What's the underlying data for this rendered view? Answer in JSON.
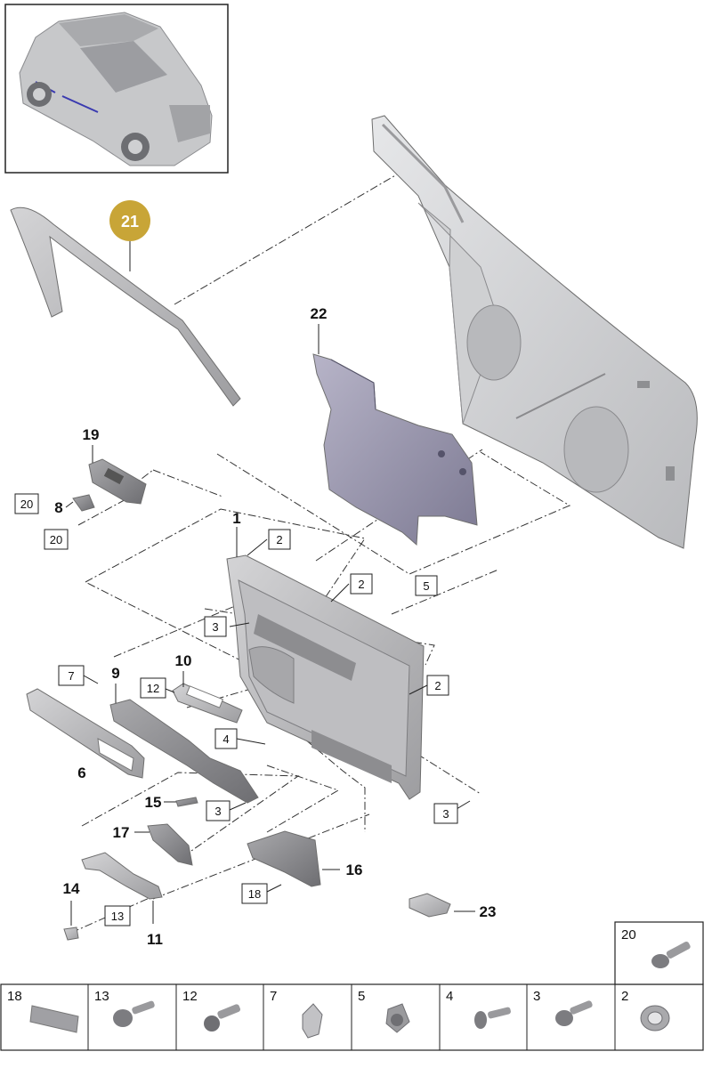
{
  "callouts": {
    "c1": "1",
    "c6": "6",
    "c8": "8",
    "c9": "9",
    "c10": "10",
    "c11": "11",
    "c14": "14",
    "c15": "15",
    "c16": "16",
    "c17": "17",
    "c19": "19",
    "c21": "21",
    "c22": "22",
    "c23": "23"
  },
  "boxes": {
    "b20a": "20",
    "b20b": "20",
    "b2a": "2",
    "b2b": "2",
    "b2c": "2",
    "b5": "5",
    "b3a": "3",
    "b3b": "3",
    "b3c": "3",
    "b4": "4",
    "b7": "7",
    "b12": "12",
    "b13": "13",
    "b18": "18"
  },
  "grid": {
    "g20": "20",
    "g18": "18",
    "g13": "13",
    "g12": "12",
    "g7": "7",
    "g5": "5",
    "g4": "4",
    "g3": "3",
    "g2": "2"
  },
  "colors": {
    "highlight_badge": "#C8A537",
    "part_fill": "#C9C9CC",
    "door_fill": "#D7D8DA",
    "insulation_fill": "#9A97B0"
  }
}
